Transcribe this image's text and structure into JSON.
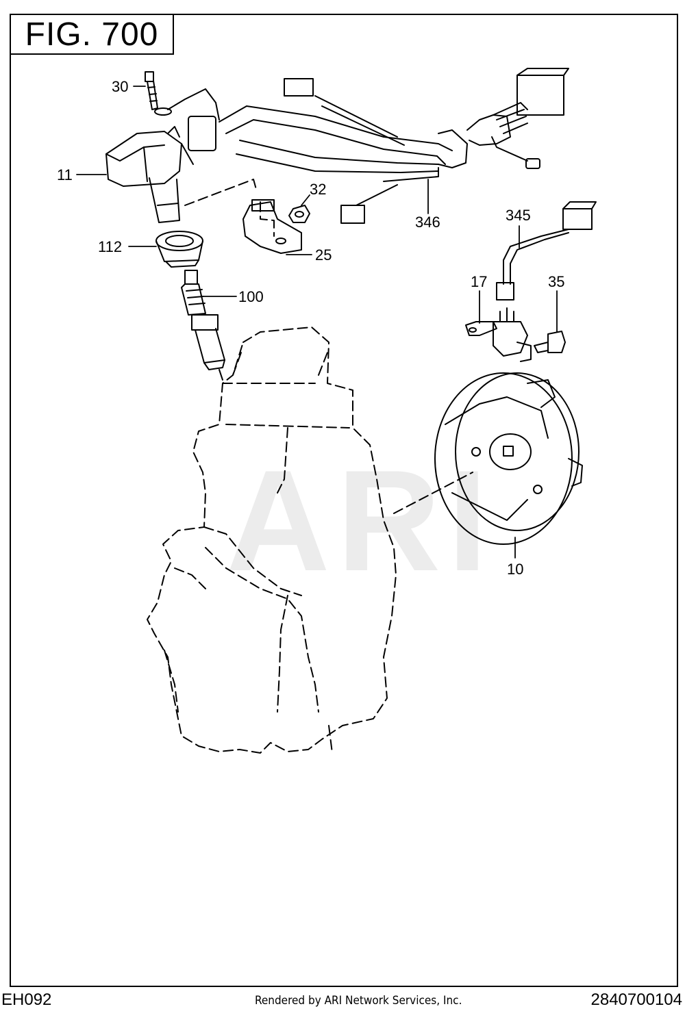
{
  "figure": {
    "title": "FIG.  700"
  },
  "watermark": "ARI",
  "callouts": [
    {
      "id": "30",
      "text": "30"
    },
    {
      "id": "11",
      "text": "11"
    },
    {
      "id": "112",
      "text": "112"
    },
    {
      "id": "100",
      "text": "100"
    },
    {
      "id": "32",
      "text": "32"
    },
    {
      "id": "25",
      "text": "25"
    },
    {
      "id": "346",
      "text": "346"
    },
    {
      "id": "345",
      "text": "345"
    },
    {
      "id": "17",
      "text": "17"
    },
    {
      "id": "35",
      "text": "35"
    },
    {
      "id": "10",
      "text": "10"
    }
  ],
  "footer": {
    "left": "EH092",
    "center": "Rendered by ARI Network Services, Inc.",
    "right": "2840700104"
  }
}
